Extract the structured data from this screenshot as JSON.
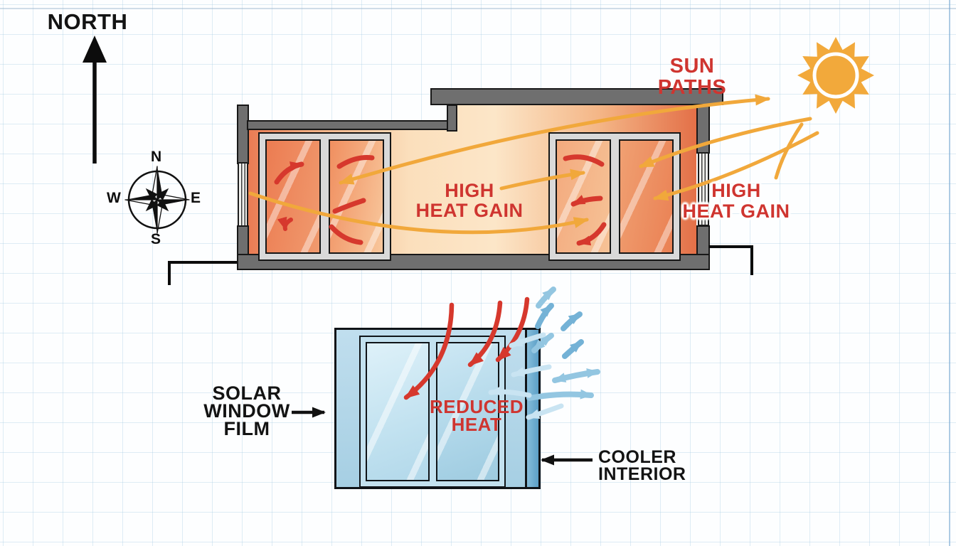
{
  "colors": {
    "accent_red": "#d6382d",
    "label_red": "#cf3530",
    "sun_yellow": "#F1A83B",
    "wall_gray": "#6f6f6f",
    "film_blue": "#5c9fc7",
    "cool_arrow_blue": "#8ec4e0",
    "grid_blue": "#a2cae2",
    "ink": "#131313"
  },
  "north_indicator": {
    "label": "NORTH",
    "icon": "up-arrow-icon"
  },
  "compass": {
    "icon": "compass-rose-icon",
    "north": "N",
    "east": "E",
    "south": "S",
    "west": "W"
  },
  "sun": {
    "icon": "sun-icon",
    "label": "SUN PATHS"
  },
  "floor_plan": {
    "center_heat_label": {
      "line1": "HIGH",
      "line2": "HEAT GAIN"
    },
    "east_heat_label": {
      "line1": "HIGH",
      "line2": "HEAT GAIN"
    }
  },
  "film_detail": {
    "film_label": {
      "line1": "SOLAR",
      "line2": "WINDOW",
      "line3": "FILM"
    },
    "reduced_heat_label": {
      "line1": "REDUCED",
      "line2": "HEAT"
    },
    "cooler_label": {
      "line1": "COOLER",
      "line2": "INTERIOR"
    }
  }
}
